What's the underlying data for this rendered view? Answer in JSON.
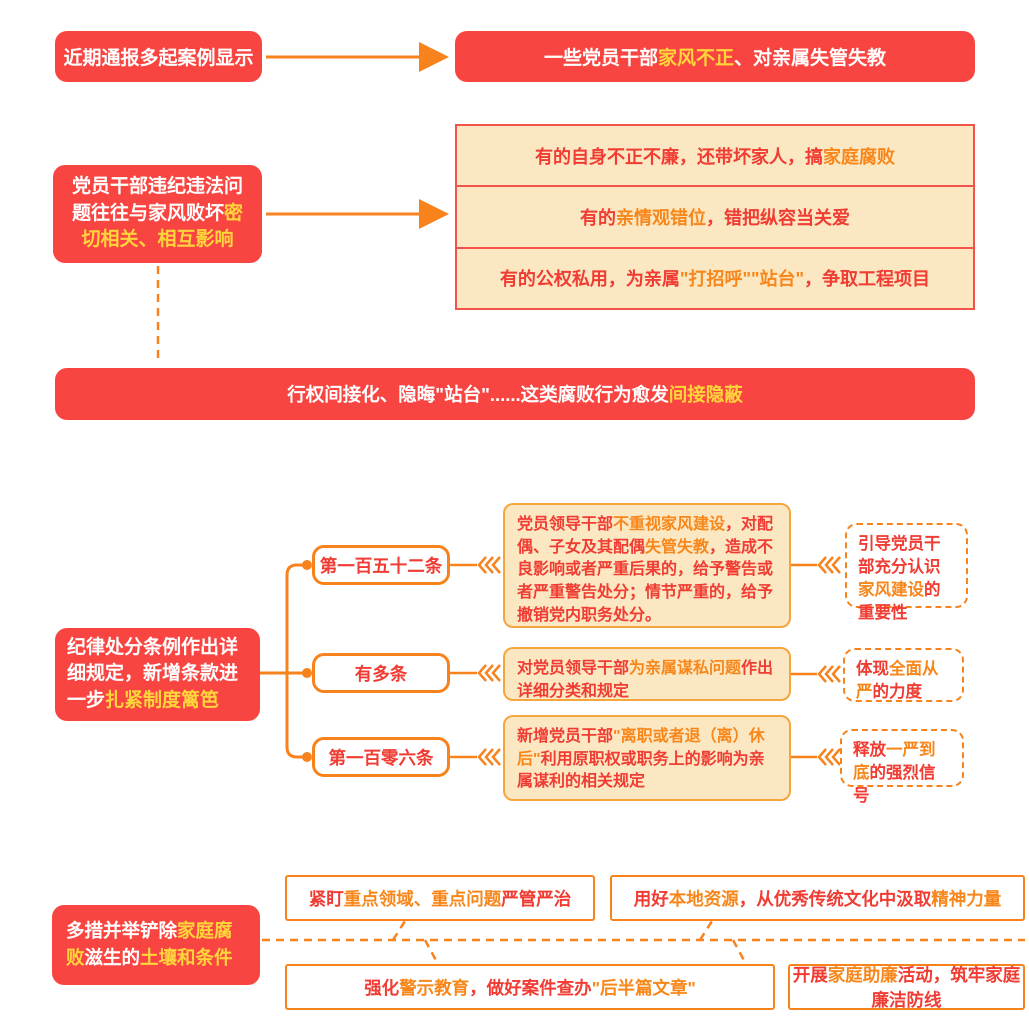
{
  "palette": {
    "red_bg": "#F94541",
    "yellow": "#FFD53C",
    "orange": "#F8821C",
    "orange_text": "#F8871B",
    "red_text": "#F03C33",
    "cream": "#FBE8C2",
    "stack_border": "#F2534A"
  },
  "icons": {
    "arrow_right_icon": "→",
    "triple_chevron_icon": "⋘",
    "branch_dot_icon": "●"
  },
  "flow1": {
    "source": [
      {
        "t": "近期通报多起案例显示",
        "c": "white"
      }
    ],
    "result": [
      {
        "t": "一些党员干部",
        "c": "white"
      },
      {
        "t": "家风不正",
        "c": "yellow"
      },
      {
        "t": "、对亲属失管失教",
        "c": "white"
      }
    ]
  },
  "flow2": {
    "source": [
      {
        "t": "党员干部违纪违法问题往往与家风败坏",
        "c": "white"
      },
      {
        "t": "密切相关、相互影响",
        "c": "yellow"
      }
    ],
    "items": [
      [
        {
          "t": "有的自身不正不廉，还带坏家人，搞",
          "c": "red"
        },
        {
          "t": "家庭腐败",
          "c": "orange"
        }
      ],
      [
        {
          "t": "有的",
          "c": "red"
        },
        {
          "t": "亲情观错位",
          "c": "orange"
        },
        {
          "t": "，错把纵容当关爱",
          "c": "red"
        }
      ],
      [
        {
          "t": "有的公权私用，为亲属",
          "c": "red"
        },
        {
          "t": "\"打招呼\"\"站台\"",
          "c": "orange"
        },
        {
          "t": "，争取工程项目",
          "c": "red"
        }
      ]
    ],
    "conclusion": [
      {
        "t": "行权间接化、隐晦\"站台\"......这类腐败行为愈发",
        "c": "white"
      },
      {
        "t": "间接隐蔽",
        "c": "yellow"
      }
    ]
  },
  "flow3": {
    "source": [
      {
        "t": "纪律处分条例作出详细规定，新增条款进一步",
        "c": "white"
      },
      {
        "t": "扎紧制度篱笆",
        "c": "yellow"
      }
    ],
    "branches": [
      {
        "label": [
          {
            "t": "第一百五十二条",
            "c": "red"
          }
        ],
        "detail": [
          {
            "t": "党员领导干部",
            "c": "red"
          },
          {
            "t": "不重视家风建设",
            "c": "orange"
          },
          {
            "t": "，对配偶、子女及其配偶",
            "c": "red"
          },
          {
            "t": "失管失教",
            "c": "orange"
          },
          {
            "t": "，造成不良影响或者严重后果的，给予警告或者严重警告处分；情节严重的，给予撤销党内职务处分。",
            "c": "red"
          }
        ],
        "note": [
          {
            "t": "引导党员干部充分认识",
            "c": "red"
          },
          {
            "t": "家风建设",
            "c": "orange"
          },
          {
            "t": "的重要性",
            "c": "red"
          }
        ]
      },
      {
        "label": [
          {
            "t": "有多条",
            "c": "red"
          }
        ],
        "detail": [
          {
            "t": "对党员领导干部",
            "c": "red"
          },
          {
            "t": "为亲属谋私问题",
            "c": "orange"
          },
          {
            "t": "作出详细分类和规定",
            "c": "red"
          }
        ],
        "note": [
          {
            "t": "体现",
            "c": "red"
          },
          {
            "t": "全面从严",
            "c": "orange"
          },
          {
            "t": "的力度",
            "c": "red"
          }
        ]
      },
      {
        "label": [
          {
            "t": "第一百零六条",
            "c": "red"
          }
        ],
        "detail": [
          {
            "t": "新增党员干部",
            "c": "red"
          },
          {
            "t": "\"离职或者退（离）休后\"",
            "c": "orange"
          },
          {
            "t": "利用原职权或职务上的影响为亲属谋利的相关规定",
            "c": "red"
          }
        ],
        "note": [
          {
            "t": "释放",
            "c": "red"
          },
          {
            "t": "一严到底",
            "c": "orange"
          },
          {
            "t": "的强烈信号",
            "c": "red"
          }
        ]
      }
    ]
  },
  "flow4": {
    "source": [
      {
        "t": "多措并举铲除",
        "c": "white"
      },
      {
        "t": "家庭腐败",
        "c": "yellow"
      },
      {
        "t": "滋生的",
        "c": "white"
      },
      {
        "t": "土壤和条件",
        "c": "yellow"
      }
    ],
    "measures": [
      [
        {
          "t": "紧盯",
          "c": "red"
        },
        {
          "t": "重点领域、重点问题",
          "c": "orange"
        },
        {
          "t": "严管严治",
          "c": "red"
        }
      ],
      [
        {
          "t": "用好",
          "c": "red"
        },
        {
          "t": "本地资源",
          "c": "orange"
        },
        {
          "t": "，从优秀传统文化中汲取",
          "c": "red"
        },
        {
          "t": "精神力量",
          "c": "orange"
        }
      ],
      [
        {
          "t": "强化",
          "c": "red"
        },
        {
          "t": "警示教育",
          "c": "orange"
        },
        {
          "t": "，做好案件查办",
          "c": "red"
        },
        {
          "t": "\"后半篇文章\"",
          "c": "orange"
        }
      ],
      [
        {
          "t": "开展",
          "c": "red"
        },
        {
          "t": "家庭助廉",
          "c": "orange"
        },
        {
          "t": "活动，筑牢家庭廉洁防线",
          "c": "red"
        }
      ]
    ]
  }
}
